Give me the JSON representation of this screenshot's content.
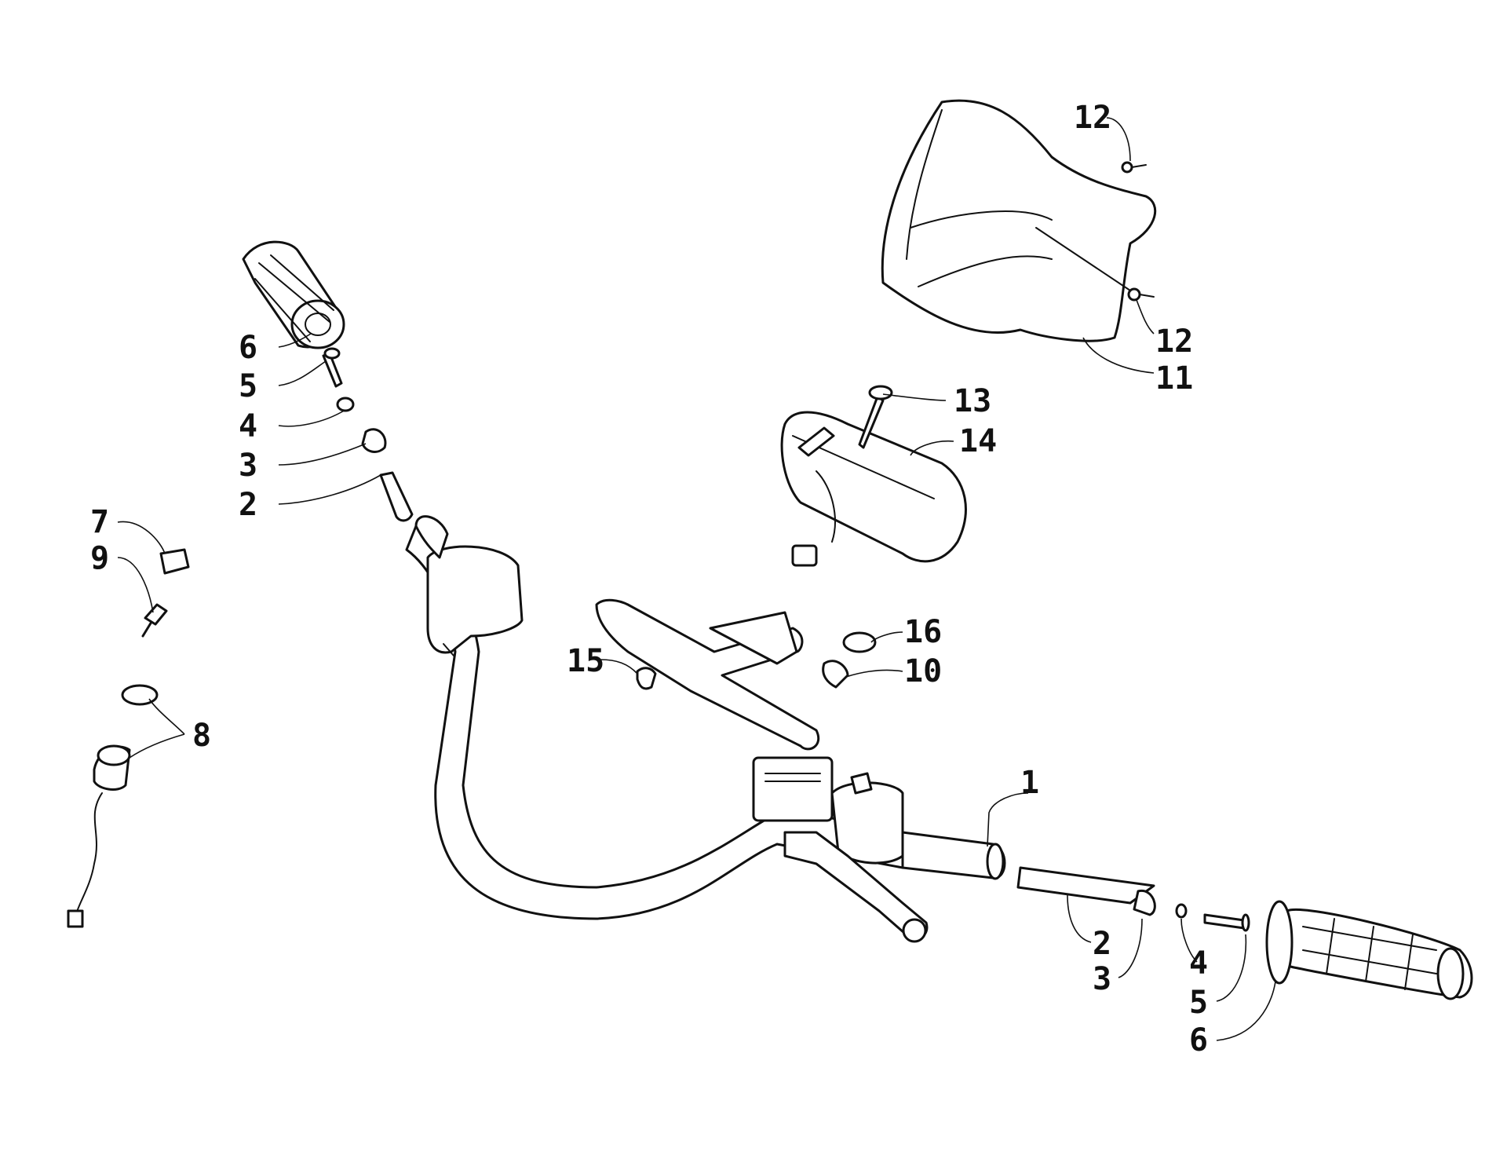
{
  "callouts": {
    "c1": "1",
    "c2_left": "2",
    "c2_right": "2",
    "c3_left": "3",
    "c3_right": "3",
    "c4_left": "4",
    "c4_right": "4",
    "c5_left": "5",
    "c5_right": "5",
    "c6_left": "6",
    "c6_right": "6",
    "c7": "7",
    "c8": "8",
    "c9": "9",
    "c10": "10",
    "c11": "11",
    "c12_top": "12",
    "c12_bottom": "12",
    "c13": "13",
    "c14": "14",
    "c15": "15",
    "c16": "16"
  },
  "colors": {
    "line": "#111111",
    "background": "#ffffff"
  }
}
